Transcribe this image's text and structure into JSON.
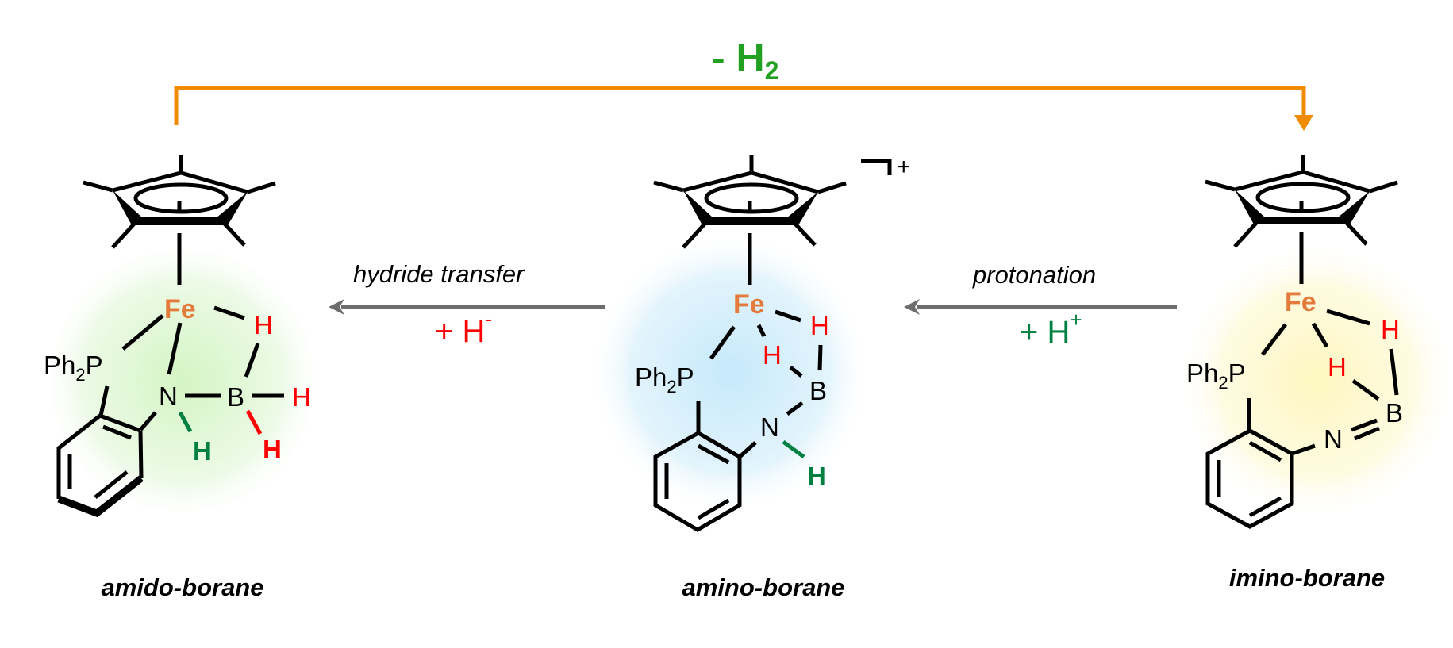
{
  "colors": {
    "fe": "#e47b3c",
    "hydride_red": "#ff0000",
    "proton_green": "#008040",
    "h2_green": "#22a022",
    "top_arrow": "#f08a00",
    "reaction_arrow": "#6e6e6e"
  },
  "top_arrow": {
    "label_prefix": "- H",
    "label_sub": "2"
  },
  "arrow_hydride": {
    "label": "hydride transfer",
    "reagent": "+ H",
    "reagent_sup": "-"
  },
  "arrow_protonation": {
    "label": "protonation",
    "reagent": "+ H",
    "reagent_sup": "+"
  },
  "atoms": {
    "fe": "Fe",
    "h": "H",
    "b": "B",
    "n": "N",
    "ph": "Ph",
    "ph_sub": "2",
    "p": "P"
  },
  "charge": "+",
  "compounds": [
    {
      "name": "amido-borane"
    },
    {
      "name": "amino-borane"
    },
    {
      "name": "imino-borane"
    }
  ]
}
